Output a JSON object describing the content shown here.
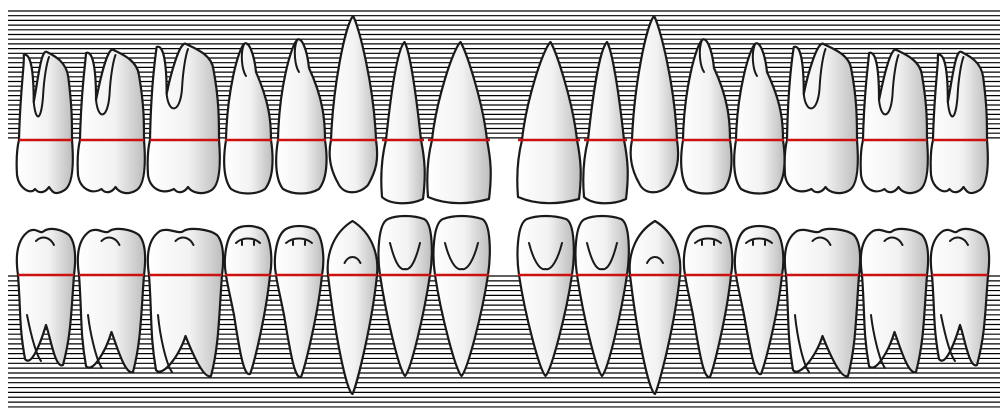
{
  "colors": {
    "background": "#ffffff",
    "grid_line": "#000000",
    "cej_line": "#cc1111",
    "tooth_fill_light": "#ffffff",
    "tooth_fill_dark": "#bdbdbd",
    "outline": "#1a1a1a"
  },
  "chart": {
    "type": "dental-chart",
    "upper_teeth_count": 16,
    "lower_teeth_count": 16,
    "reference_line_count_upper": 28,
    "reference_line_count_lower": 28,
    "grid": true
  }
}
